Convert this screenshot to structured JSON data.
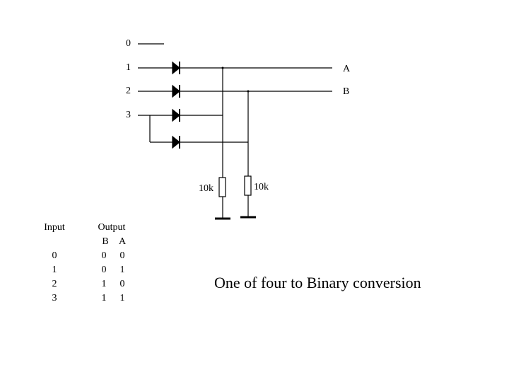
{
  "inputs": [
    "0",
    "1",
    "2",
    "3"
  ],
  "outputs": {
    "a": "A",
    "b": "B"
  },
  "resistors": {
    "left": "10k",
    "right": "10k"
  },
  "title": "One of four to Binary conversion",
  "table": {
    "input_header": "Input",
    "output_header": "Output",
    "col_b": "B",
    "col_a": "A",
    "rows": [
      {
        "input": "0",
        "b": "0",
        "a": "0"
      },
      {
        "input": "1",
        "b": "0",
        "a": "1"
      },
      {
        "input": "2",
        "b": "1",
        "a": "0"
      },
      {
        "input": "3",
        "b": "1",
        "a": "1"
      }
    ]
  }
}
